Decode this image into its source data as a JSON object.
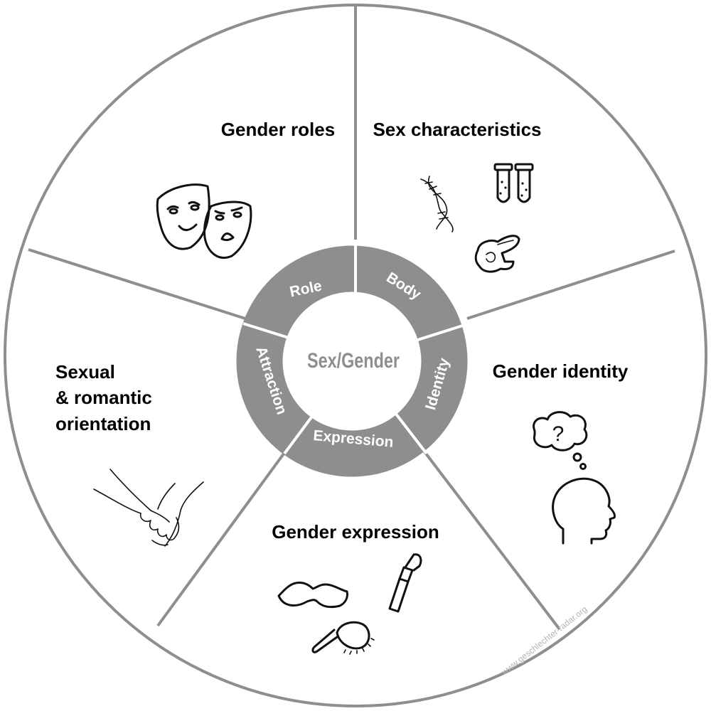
{
  "center": {
    "label": "Sex/Gender"
  },
  "ring": {
    "role": "Role",
    "body": "Body",
    "identity": "Identity",
    "expression": "Expression",
    "attraction": "Attraction"
  },
  "segments": {
    "gender_roles": {
      "title": "Gender roles",
      "icon": "theater-masks-icon"
    },
    "sex_characteristics": {
      "title": "Sex characteristics",
      "icons": [
        "dna-icon",
        "test-tubes-icon",
        "pancreas-organ-icon"
      ]
    },
    "gender_identity": {
      "title": "Gender identity",
      "icon": "thinking-head-icon",
      "bubble_text": "?"
    },
    "gender_expression": {
      "title": "Gender expression",
      "icons": [
        "mustache-icon",
        "lipstick-icon",
        "hairbrush-icon"
      ]
    },
    "orientation": {
      "title_lines": [
        "Sexual",
        "& romantic",
        "orientation"
      ],
      "icon": "holding-hands-icon"
    }
  },
  "watermark": "www.geschlechter-radar.org",
  "colors": {
    "lines": "#8e8e8e",
    "ring_fill": "#8e8e8e",
    "ring_text": "#ffffff",
    "center_text": "#8e8e8e",
    "background": "#ffffff"
  }
}
